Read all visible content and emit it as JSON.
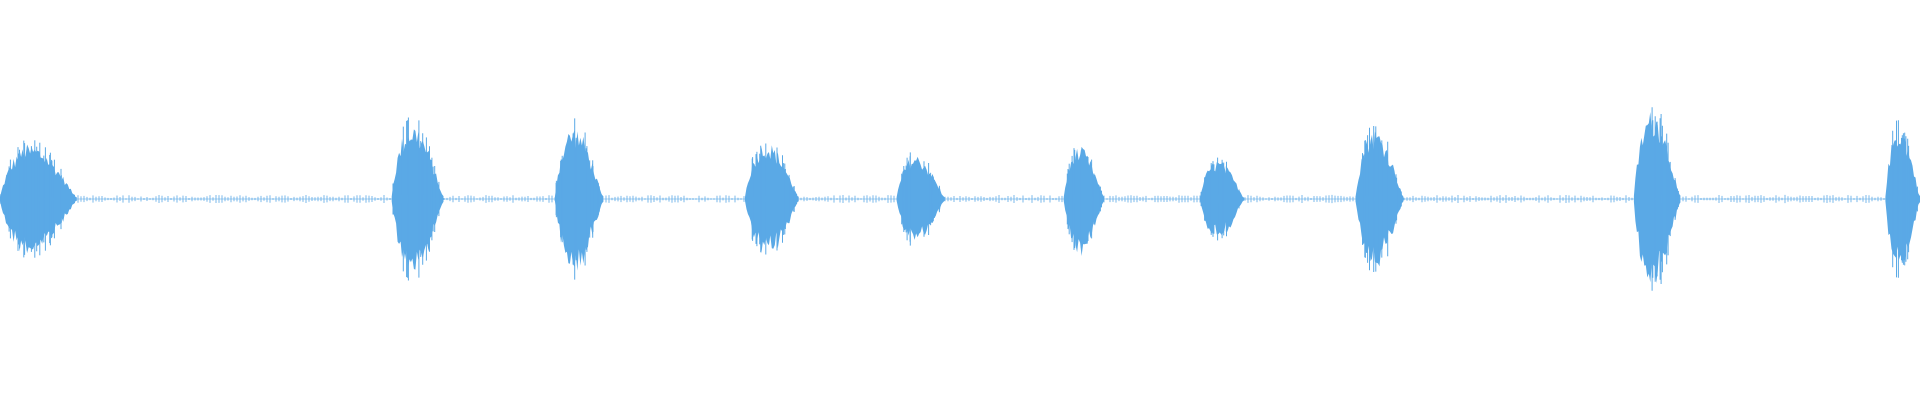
{
  "waveform": {
    "color": "#5aa9e6",
    "background": "#ffffff",
    "duration_fraction_note": "",
    "baseline_level": 0.02,
    "bursts": [
      {
        "start": 0.0,
        "end": 0.04,
        "peak": 0.42
      },
      {
        "start": 0.204,
        "end": 0.231,
        "peak": 0.58
      },
      {
        "start": 0.289,
        "end": 0.314,
        "peak": 0.56
      },
      {
        "start": 0.388,
        "end": 0.416,
        "peak": 0.44
      },
      {
        "start": 0.467,
        "end": 0.492,
        "peak": 0.34
      },
      {
        "start": 0.554,
        "end": 0.575,
        "peak": 0.4
      },
      {
        "start": 0.625,
        "end": 0.648,
        "peak": 0.3
      },
      {
        "start": 0.706,
        "end": 0.731,
        "peak": 0.54
      },
      {
        "start": 0.851,
        "end": 0.875,
        "peak": 0.68
      },
      {
        "start": 0.982,
        "end": 1.0,
        "peak": 0.56
      }
    ]
  }
}
